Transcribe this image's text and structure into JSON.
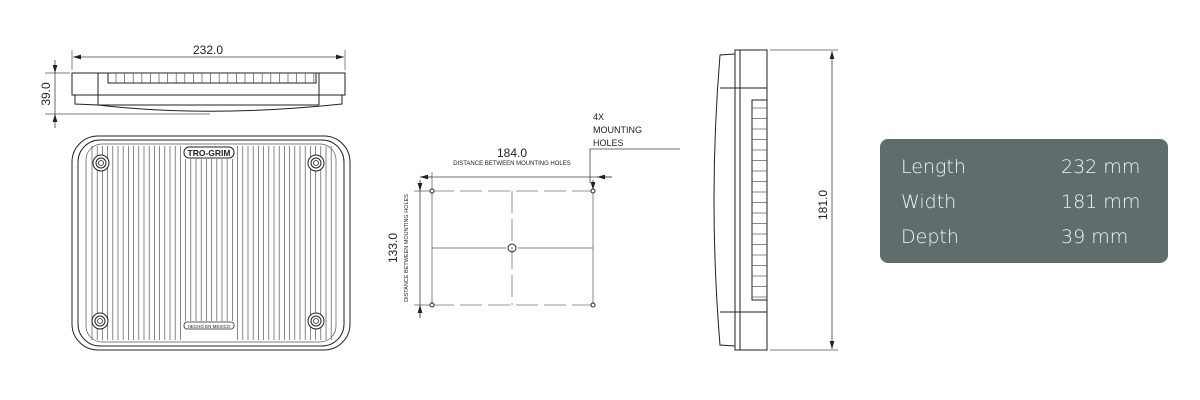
{
  "top_view": {
    "width_dim": "232.0",
    "depth_dim": "39.0"
  },
  "front_view": {
    "logo_text": "TRO-GRIM",
    "origin_text": "HECHO EN MEXICO"
  },
  "mounting": {
    "horizontal_dim": "184.0",
    "horizontal_caption": "DISTANCE BETWEEN MOUNTING HOLES",
    "vertical_dim": "133.0",
    "vertical_caption": "DISTANCE BETWEEN MOUNTING HOLES",
    "callout": [
      "4X",
      "MOUNTING",
      "HOLES"
    ]
  },
  "side_view": {
    "height_dim": "181.0"
  },
  "specs": {
    "background_color": "#5f6e6c",
    "rows": [
      {
        "label": "Length",
        "value": "232 mm"
      },
      {
        "label": "Width",
        "value": "181 mm"
      },
      {
        "label": "Depth",
        "value": "39 mm"
      }
    ]
  }
}
